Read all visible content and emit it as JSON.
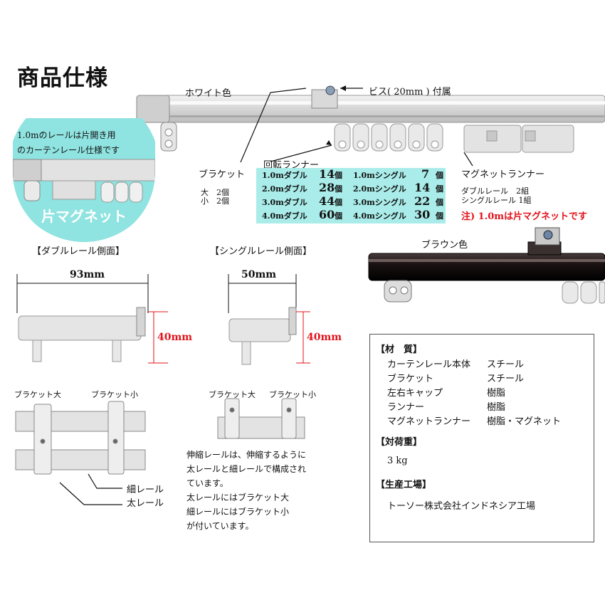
{
  "title": "商品仕様",
  "white_label": "ホワイト色",
  "screw_label": "ビス( 20mm ) 付属",
  "inset": {
    "line1": "1.0mのレールは片開き用",
    "line2": "のカーテンレール仕様です",
    "magnet": "片マグネット"
  },
  "bracket_label": "ブラケット",
  "bracket_sizes": {
    "large": "大　2個",
    "small": "小　2個"
  },
  "runner_title": "回転ランナー",
  "runners": [
    {
      "d_len": "1.0mダブル",
      "d_qty": "14",
      "d_unit": "個",
      "s_len": "1.0mシングル",
      "s_qty": "7",
      "s_unit": "個"
    },
    {
      "d_len": "2.0mダブル",
      "d_qty": "28",
      "d_unit": "個",
      "s_len": "2.0mシングル",
      "s_qty": "14",
      "s_unit": "個"
    },
    {
      "d_len": "3.0mダブル",
      "d_qty": "44",
      "d_unit": "個",
      "s_len": "3.0mシングル",
      "s_qty": "22",
      "s_unit": "個"
    },
    {
      "d_len": "4.0mダブル",
      "d_qty": "60",
      "d_unit": "個",
      "s_len": "4.0mシングル",
      "s_qty": "30",
      "s_unit": "個"
    }
  ],
  "magnet_runner": {
    "title": "マグネットランナー",
    "double": "ダブルレール　2組",
    "single": "シングルレール  1組",
    "note": "注) 1.0mは片マグネットです"
  },
  "brown_label": "ブラウン色",
  "double_side": {
    "title": "【ダブルレール側面】",
    "width": "93mm",
    "height": "40mm"
  },
  "single_side": {
    "title": "【シングルレール側面】",
    "width": "50mm",
    "height": "40mm"
  },
  "bracket_big": "ブラケット大",
  "bracket_small": "ブラケット小",
  "thin_rail": "細レール",
  "thick_rail": "太レール",
  "notes": [
    "伸縮レールは、伸縮するように",
    "太レールと細レールで構成され",
    "ています。",
    "太レールにはブラケット大",
    "細レールにはブラケット小",
    "が付いています。"
  ],
  "spec": {
    "material_header": "【材　質】",
    "materials": [
      {
        "k": "カーテンレール本体",
        "v": "スチール"
      },
      {
        "k": "ブラケット",
        "v": "スチール"
      },
      {
        "k": "左右キャップ",
        "v": "樹脂"
      },
      {
        "k": "ランナー",
        "v": "樹脂"
      },
      {
        "k": "マグネットランナー",
        "v": "樹脂・マグネット"
      }
    ],
    "load_header": "【対荷重】",
    "load": "3 kg",
    "factory_header": "【生産工場】",
    "factory": "トーソー株式会社インドネシア工場"
  },
  "colors": {
    "red": "#e1141c",
    "teal": "#a9ece9",
    "rail_white": "#dedede",
    "rail_brown": "#1b1414"
  }
}
